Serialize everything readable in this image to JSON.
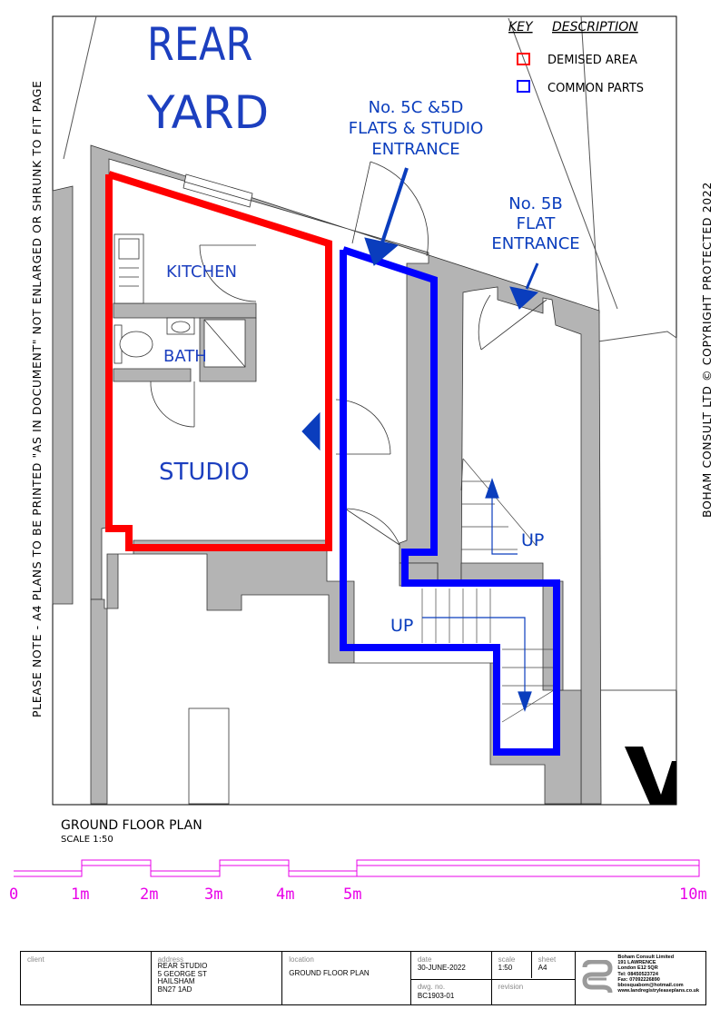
{
  "labels": {
    "rear_yard_1": "REAR",
    "rear_yard_2": "YARD",
    "kitchen": "KITCHEN",
    "bath": "BATH",
    "studio": "STUDIO",
    "up_1": "UP",
    "up_2": "UP",
    "entrance_5cd_1": "No. 5C &5D",
    "entrance_5cd_2": "FLATS & STUDIO",
    "entrance_5cd_3": "ENTRANCE",
    "entrance_5b_1": "No. 5B",
    "entrance_5b_2": "FLAT",
    "entrance_5b_3": "ENTRANCE"
  },
  "key": {
    "title_key": "KEY",
    "title_desc": "DESCRIPTION",
    "items": [
      {
        "label": "DEMISED AREA",
        "color": "#ff0000"
      },
      {
        "label": "COMMON PARTS",
        "color": "#0000ff"
      }
    ]
  },
  "plan_title": "GROUND FLOOR PLAN",
  "plan_scale": "SCALE 1:50",
  "scale_bar": {
    "color": "#e800e8",
    "labels": [
      "0",
      "1m",
      "2m",
      "3m",
      "4m",
      "5m",
      "10m"
    ]
  },
  "side_notes": {
    "left": "PLEASE NOTE - A4 PLANS TO BE PRINTED \"AS IN DOCUMENT\" NOT ENLARGED OR SHRUNK TO FIT PAGE",
    "right": "BOHAM CONSULT LTD © COPYRIGHT PROTECTED 2022"
  },
  "title_block": {
    "client_caption": "client",
    "client_value": "",
    "address_caption": "address",
    "address_lines": [
      "REAR STUDIO",
      "5 GEORGE ST",
      "HAILSHAM",
      "BN27 1AD"
    ],
    "location_caption": "location",
    "location_value": "GROUND FLOOR PLAN",
    "date_caption": "date",
    "date_value": "30-JUNE-2022",
    "scale_caption": "scale",
    "scale_value": "1:50",
    "sheet_caption": "sheet",
    "sheet_value": "A4",
    "dwg_caption": "dwg. no.",
    "dwg_value": "BC1903-01",
    "revision_caption": "revision",
    "revision_value": "",
    "company_lines": [
      "Boham Consult Limited",
      "191 LAWRENCE",
      "London  E12 5QR",
      "Tel: 08450523724",
      "Fax: 07092226890",
      "bbosquabom@hotmail.com",
      "www.landregistryleaseplans.co.uk"
    ]
  },
  "colors": {
    "demised": "#ff0000",
    "common": "#0000ff",
    "wall_fill": "#b4b4b4",
    "label_blue": "#1a3fb0"
  }
}
